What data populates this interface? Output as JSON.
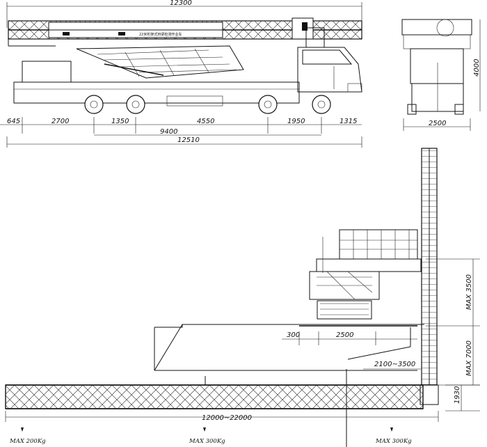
{
  "truck": {
    "panel_label": "22米桁架式桥梁检测作业车",
    "overall_length": "12300",
    "height": "4000",
    "width": "2500",
    "bottom_total": "12510",
    "wheelbase_total": "9400",
    "segments": [
      "645",
      "2700",
      "1350",
      "4550",
      "1950",
      "1315"
    ]
  },
  "platform": {
    "dims": {
      "rail_width": "2500",
      "offset": "300",
      "reach": "2100~3500",
      "max_depth": "MAX 3500",
      "max_height": "MAX 7000",
      "beam_height": "1930",
      "span": "12000~22000"
    },
    "loads": [
      "MAX 200Kg",
      "MAX 300Kg",
      "MAX 300Kg"
    ]
  }
}
